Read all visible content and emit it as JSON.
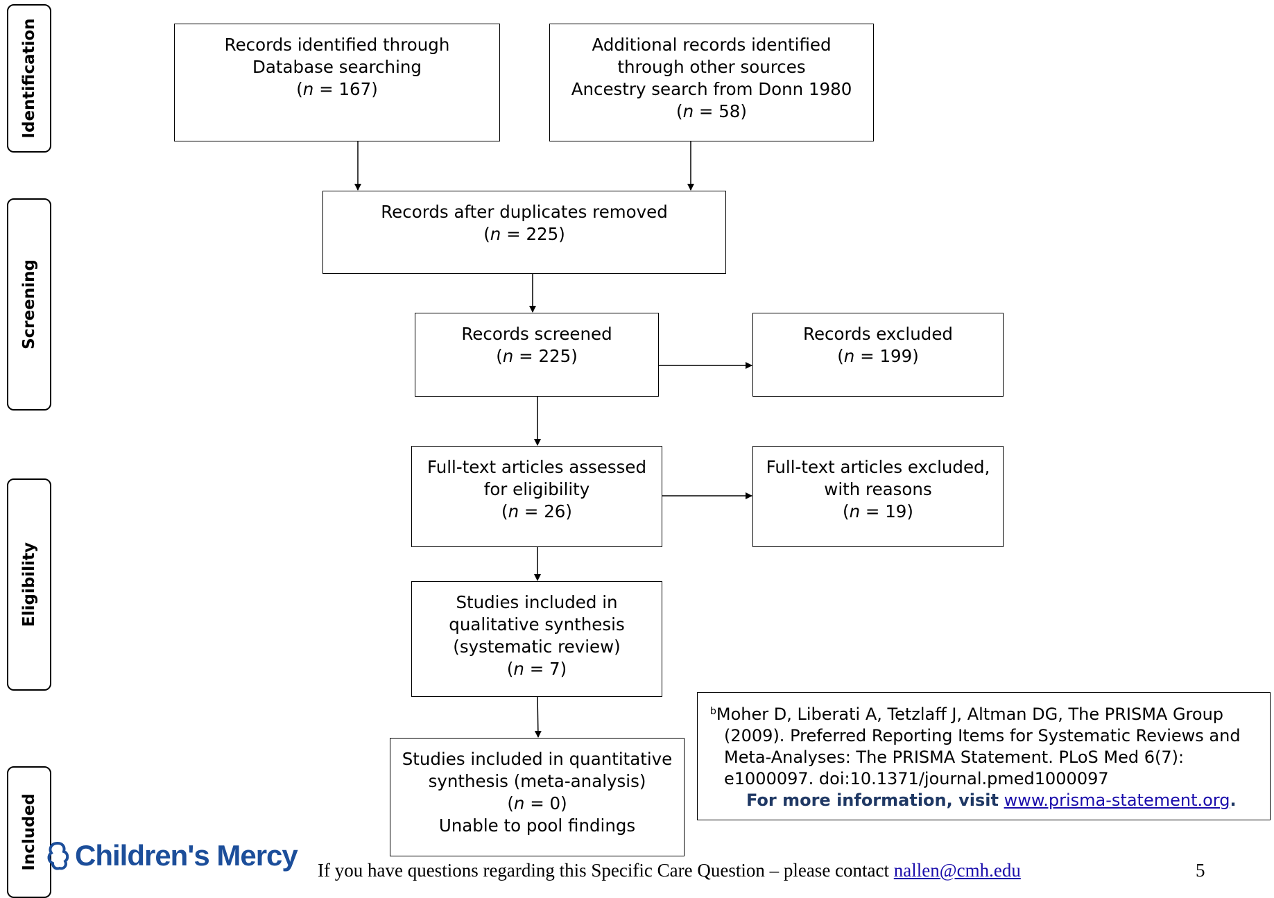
{
  "stages": {
    "identification": "Identification",
    "screening": "Screening",
    "eligibility": "Eligibility",
    "included": "Included"
  },
  "n_prefix": "n",
  "boxes": {
    "database": {
      "lines": [
        "Records identified through",
        "Database searching"
      ],
      "count": "= 167)"
    },
    "other_sources": {
      "lines": [
        "Additional records identified",
        "through other sources",
        "Ancestry search from Donn 1980"
      ],
      "count": "= 58)"
    },
    "after_duplicates": {
      "lines": [
        "Records after duplicates removed"
      ],
      "count": "= 225)"
    },
    "screened": {
      "lines": [
        "Records screened"
      ],
      "count": "= 225)"
    },
    "excluded": {
      "lines": [
        "Records excluded"
      ],
      "count": "= 199)"
    },
    "fulltext_assessed": {
      "lines": [
        "Full-text articles assessed",
        "for eligibility"
      ],
      "count": "= 26)"
    },
    "fulltext_excluded": {
      "lines": [
        "Full-text articles excluded,",
        "with reasons"
      ],
      "count": "= 19)"
    },
    "qualitative": {
      "lines": [
        "Studies included in",
        "qualitative synthesis",
        "(systematic review)"
      ],
      "count": "= 7)"
    },
    "quantitative": {
      "lines": [
        "Studies included in quantitative",
        "synthesis (meta-analysis)"
      ],
      "count": "= 0)",
      "after": "Unable to pool findings"
    }
  },
  "reference": {
    "sup": "b",
    "line1": "Moher D, Liberati A, Tetzlaff J, Altman DG, The PRISMA Group",
    "line2": "(2009). Preferred Reporting Items for Systematic Reviews and",
    "line3": "Meta-Analyses: The PRISMA Statement. PLoS Med 6(7):",
    "line4": "e1000097. doi:10.1371/journal.pmed1000097",
    "more_info_label": "For more information, visit",
    "more_info_link": "www.prisma-statement.org",
    "more_info_period": "."
  },
  "logo": {
    "text": "Children's Mercy"
  },
  "footer": {
    "text": "If you have questions regarding this Specific Care Question – please contact",
    "email": "nallen@cmh.edu",
    "page_number": "5"
  },
  "colors": {
    "logo_blue": "#1c4e9a",
    "info_navy": "#1f3864",
    "link": "#1a0dab"
  }
}
